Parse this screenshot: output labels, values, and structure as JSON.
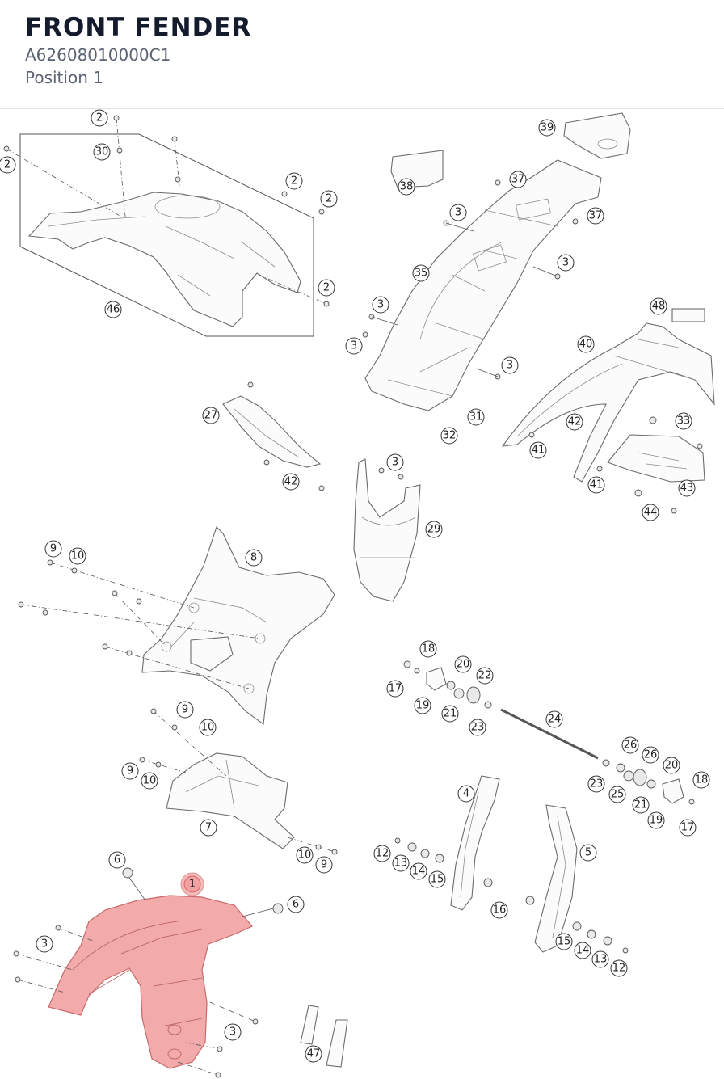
{
  "header": {
    "title": "FRONT FENDER",
    "part_number": "A62608010000C1",
    "position": "Position 1"
  },
  "diagram": {
    "highlight_color": "#f1a3a3",
    "highlighted_callout": "1",
    "callouts": [
      "2",
      "2",
      "30",
      "2",
      "2",
      "2",
      "46",
      "39",
      "38",
      "37",
      "37",
      "3",
      "35",
      "3",
      "3",
      "3",
      "3",
      "48",
      "40",
      "33",
      "42",
      "41",
      "41",
      "43",
      "44",
      "27",
      "42",
      "32",
      "31",
      "3",
      "29",
      "9",
      "10",
      "8",
      "18",
      "20",
      "22",
      "17",
      "19",
      "21",
      "23",
      "24",
      "9",
      "10",
      "9",
      "10",
      "7",
      "26",
      "26",
      "20",
      "23",
      "25",
      "21",
      "19",
      "18",
      "17",
      "4",
      "5",
      "12",
      "13",
      "14",
      "15",
      "16",
      "10",
      "9",
      "6",
      "1",
      "6",
      "3",
      "3",
      "15",
      "14",
      "13",
      "12",
      "47"
    ]
  }
}
